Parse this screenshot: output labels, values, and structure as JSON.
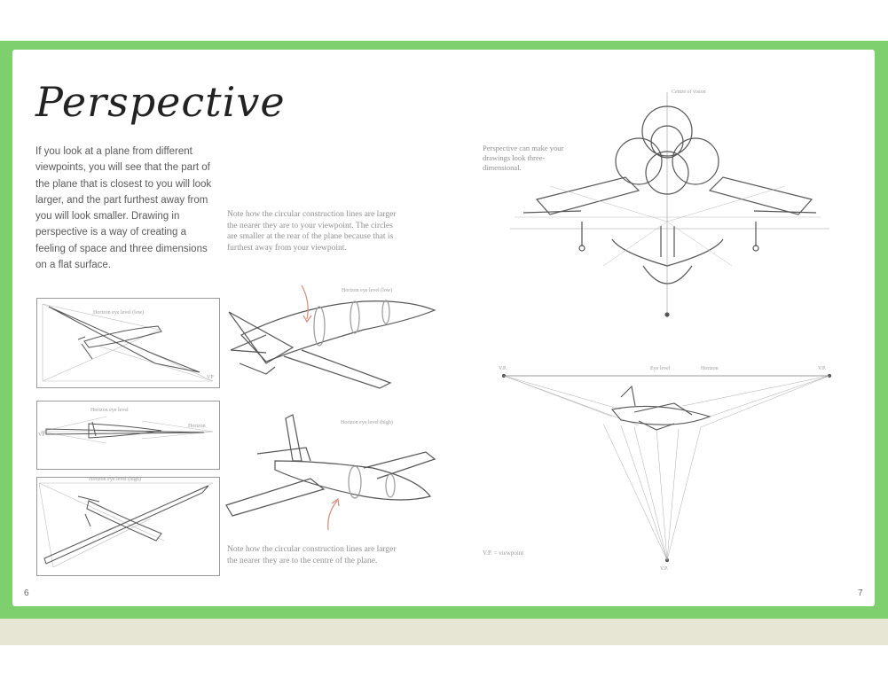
{
  "page": {
    "title": "Perspective",
    "intro": "If you look at a plane from different viewpoints, you will see that the part of the plane that is closest to you will look larger, and the part furthest away from you will look smaller. Drawing in perspective is a way of creating a feeling of space and three dimensions on a flat surface.",
    "note_top": "Note how the circular construction lines are larger the nearer they are to your viewpoint. The circles are smaller at the rear of the plane because that is furthest away from your viewpoint.",
    "note_bottom": "Note how the circular construction lines are larger the nearer they are to the centre of the plane.",
    "note_right": "Perspective can make your drawings look three-dimensional.",
    "labels": {
      "centre_of_vision": "Centre of vision",
      "horizon_low_a": "Horizon eye level (low)",
      "horizon_low_b": "Horizon eye level (low)",
      "horizon_eye_level": "Horizon eye level",
      "horizon_short": "Horizon",
      "horizon_high_a": "Horizon eye level (high)",
      "horizon_high_b": "Horizon eye level (high)",
      "eye_level": "Eye level",
      "horizon": "Horizon",
      "vp": "V.P.",
      "vp_key": "V.P. = viewpoint",
      "vp_short": "VP"
    },
    "page_numbers": {
      "left": "6",
      "right": "7"
    }
  }
}
